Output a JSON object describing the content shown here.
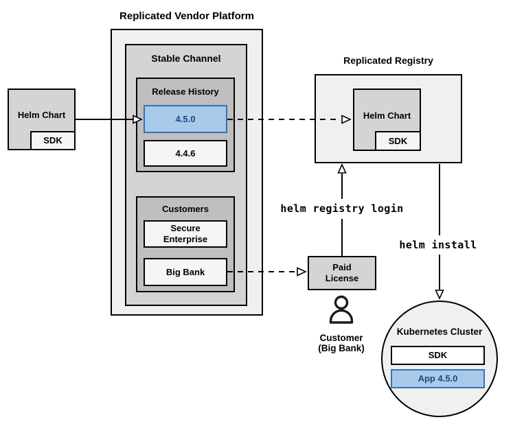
{
  "platform": {
    "title": "Replicated Vendor Platform"
  },
  "stable_channel": {
    "label": "Stable Channel"
  },
  "release_history": {
    "label": "Release History",
    "releases": [
      {
        "version": "4.5.0",
        "highlighted": true
      },
      {
        "version": "4.4.6",
        "highlighted": false
      }
    ]
  },
  "customers": {
    "label": "Customers",
    "items": [
      {
        "name": "Secure Enterprise"
      },
      {
        "name": "Big Bank"
      }
    ]
  },
  "source_chart": {
    "label": "Helm Chart",
    "sdk_label": "SDK"
  },
  "registry": {
    "title": "Replicated Registry",
    "chart_label": "Helm Chart",
    "sdk_label": "SDK"
  },
  "license": {
    "label": "Paid License"
  },
  "customer_persona": {
    "line1": "Customer",
    "line2": "(Big Bank)"
  },
  "commands": {
    "login": "helm registry login",
    "install": "helm install"
  },
  "cluster": {
    "title": "Kubernetes Cluster",
    "sdk_label": "SDK",
    "app_label": "App 4.5.0"
  },
  "colors": {
    "highlight_fill": "#a9c9ea",
    "highlight_border": "#2e74b5",
    "highlight_text": "#174a7c"
  }
}
